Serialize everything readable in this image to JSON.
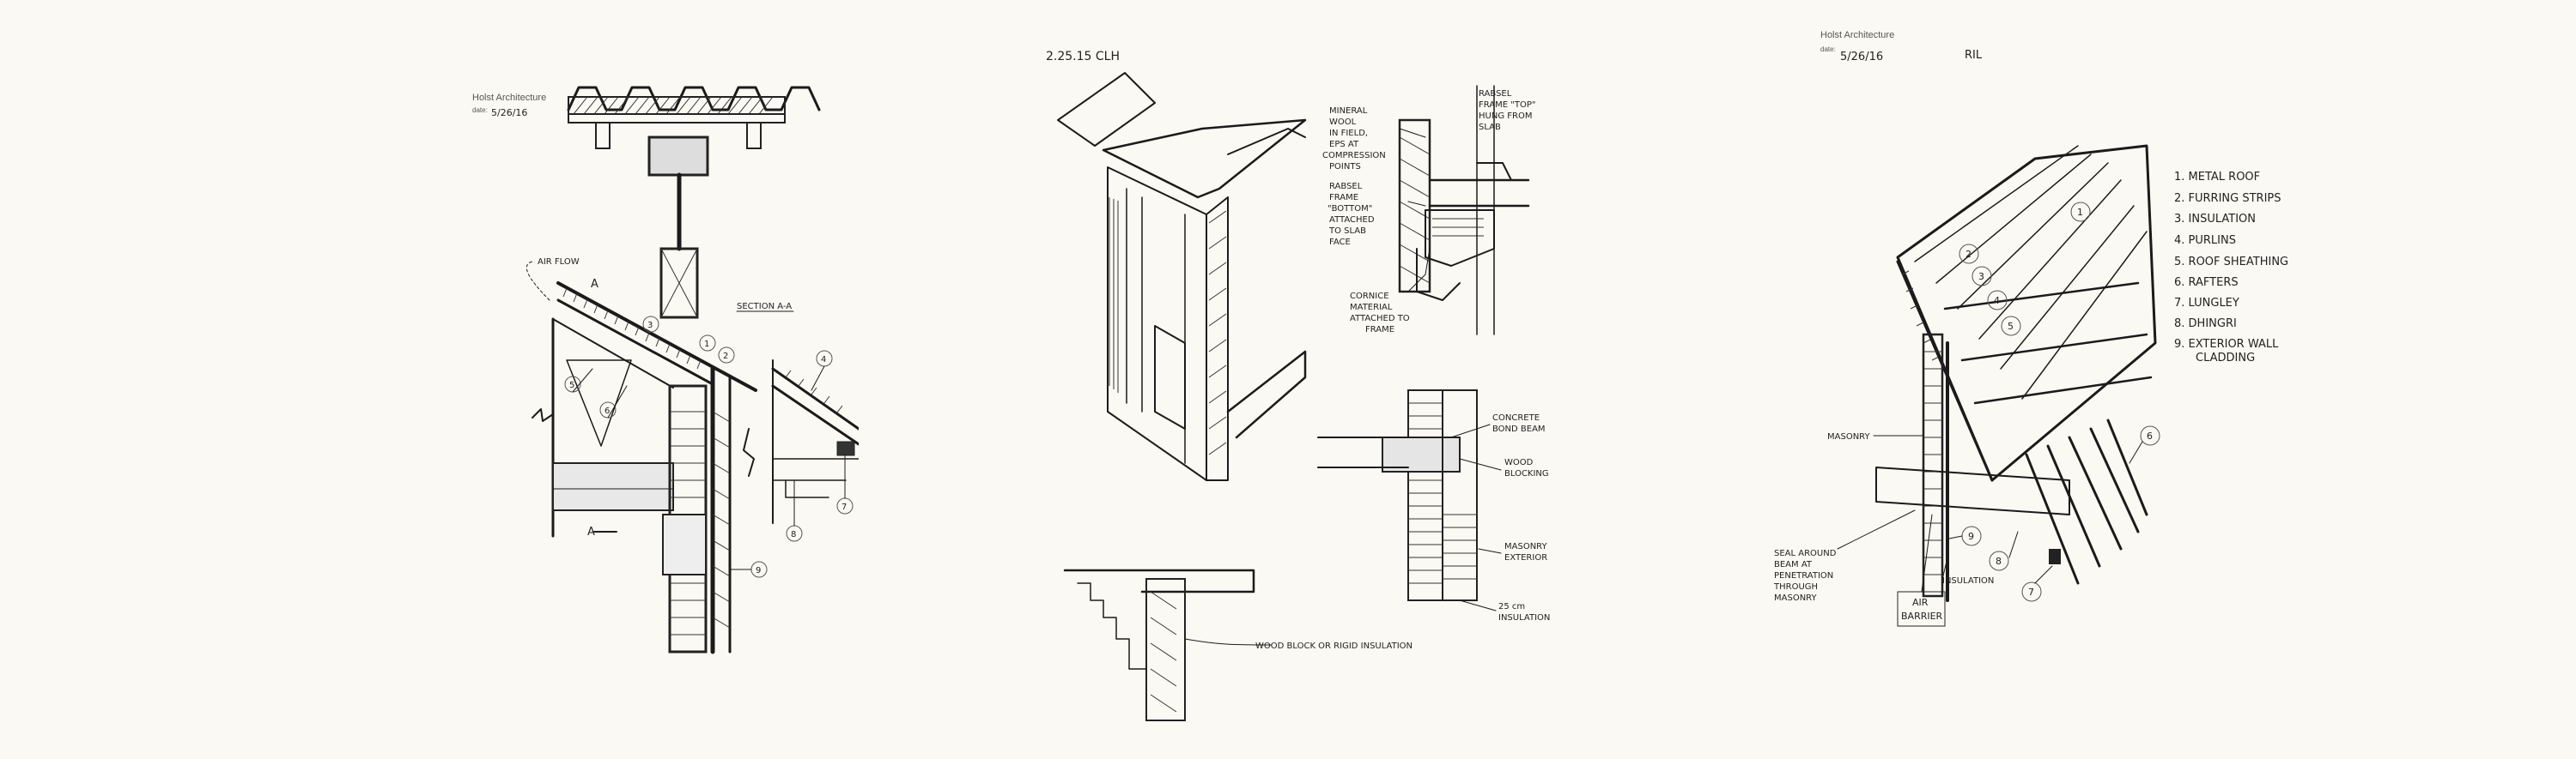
{
  "sheets": [
    {
      "studio": "Holst Architecture",
      "date_prefix": "date:",
      "date": "5/26/16",
      "section_label": "SECTION A-A",
      "airflow_label": "AIR FLOW",
      "cut_mark": "A",
      "callouts": [
        "1",
        "2",
        "3",
        "4",
        "5",
        "6",
        "7",
        "8",
        "9"
      ]
    },
    {
      "header": "2.25.15  CLH",
      "labels": {
        "mineral_wool": [
          "MINERAL",
          "WOOL",
          "IN FIELD,",
          "EPS AT",
          "COMPRESSION",
          "POINTS"
        ],
        "rabsel_bottom": [
          "RABSEL",
          "FRAME",
          "\"BOTTOM\"",
          "ATTACHED",
          "TO SLAB",
          "FACE"
        ],
        "rabsel_top": [
          "RABSEL",
          "FRAME \"TOP\"",
          "HUNG FROM",
          "SLAB"
        ],
        "cornice": [
          "CORNICE",
          "MATERIAL",
          "ATTACHED TO",
          "FRAME"
        ],
        "bond_beam": [
          "CONCRETE",
          "BOND BEAM"
        ],
        "wood_blocking": [
          "WOOD",
          "BLOCKING"
        ],
        "masonry_ext": [
          "MASONRY",
          "EXTERIOR"
        ],
        "insulation_25": [
          "25 cm",
          "INSULATION"
        ],
        "wood_block": "WOOD BLOCK OR RIGID INSULATION"
      }
    },
    {
      "studio": "Holst Architecture",
      "date_prefix": "date:",
      "date": "5/26/16",
      "initials": "RIL",
      "legend": [
        "1. METAL ROOF",
        "2. FURRING STRIPS",
        "3. INSULATION",
        "4. PURLINS",
        "5. ROOF SHEATHING",
        "6. RAFTERS",
        "7. LUNGLEY",
        "8. DHINGRI",
        "9. EXTERIOR WALL",
        "CLADDING"
      ],
      "labels": {
        "masonry": "MASONRY",
        "seal": [
          "SEAL AROUND",
          "BEAM AT",
          "PENETRATION",
          "THROUGH",
          "MASONRY"
        ],
        "insulation": "INSULATION",
        "air_barrier": [
          "AIR",
          "BARRIER"
        ]
      },
      "callouts": [
        "1",
        "2",
        "3",
        "4",
        "5",
        "6",
        "7",
        "8",
        "9"
      ]
    }
  ]
}
